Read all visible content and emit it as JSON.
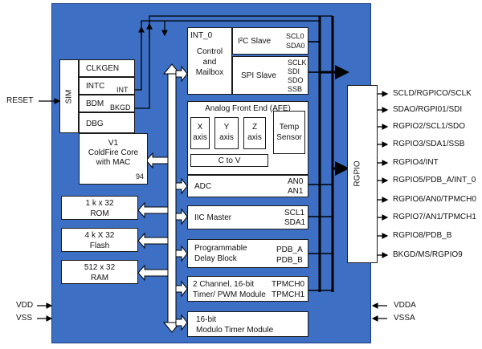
{
  "pins_left": {
    "reset": "RESET",
    "vdd": "VDD",
    "vss": "VSS"
  },
  "pins_right": {
    "rgpio_pins": [
      "SCLD/RGPICO/SCLK",
      "SDAO/RGPI01/SDI",
      "RGPIO2/SCL1/SDO",
      "RGPIO3/SDA1/SSB",
      "RGPIO4/INT",
      "RGPIO5/PDB_A/INT_0",
      "RGPIO6/AN0/TPMCH0",
      "RGPIO7/AN1/TPMCH1",
      "RGPIO8/PDB_B",
      "BKGD/MS/RGPIO9"
    ],
    "vdda": "VDDA",
    "vssa": "VSSA"
  },
  "sim": {
    "label": "SIM",
    "clkgen": "CLKGEN",
    "intc": "INTC",
    "intc_pin": "INT",
    "bdm": "BDM",
    "bdm_pin": "BKGD",
    "dbg": "DBG"
  },
  "core": {
    "line1": "V1",
    "line2": "ColdFire Core",
    "line3": "with MAC",
    "pin": "94"
  },
  "memory": {
    "rom_size": "1 k x 32",
    "rom_label": "ROM",
    "flash_size": "4 k X 32",
    "flash_label": "Flash",
    "ram_size": "512 x 32",
    "ram_label": "RAM"
  },
  "control": {
    "int0": "INT_0",
    "line1": "Control",
    "line2": "and",
    "line3": "Mailbox"
  },
  "i2c_slave": {
    "label": "I²C Slave",
    "pin1": "SCL0",
    "pin2": "SDA0"
  },
  "spi_slave": {
    "label": "SPI Slave",
    "pins": [
      "SCLK",
      "SDI",
      "SDO",
      "SSB"
    ]
  },
  "afe": {
    "title": "Analog Front End (AFE)",
    "x_axis_1": "X",
    "x_axis_2": "axis",
    "y_axis_1": "Y",
    "y_axis_2": "axis",
    "z_axis_1": "Z",
    "z_axis_2": "axis",
    "temp_1": "Temp",
    "temp_2": "Sensor",
    "c_to_v": "C to V"
  },
  "adc": {
    "label": "ADC",
    "pin1": "AN0",
    "pin2": "AN1"
  },
  "iic_master": {
    "label": "IIC Master",
    "pin1": "SCL1",
    "pin2": "SDA1"
  },
  "pdb": {
    "line1": "Programmable",
    "line2": "Delay Block",
    "pin1": "PDB_A",
    "pin2": "PDB_B"
  },
  "tpm": {
    "line1": "2 Channel, 16-bit",
    "line2": "Timer/ PWM Module",
    "pin1": "TPMCH0",
    "pin2": "TPMCH1"
  },
  "mtim": {
    "line1": "16-bit",
    "line2": "Modulo Timer Module"
  },
  "rgpio": {
    "label": "RGPIO"
  },
  "colors": {
    "chip_fill": "#3d6fc4",
    "block_fill": "#ffffff",
    "lines": "#000000"
  }
}
